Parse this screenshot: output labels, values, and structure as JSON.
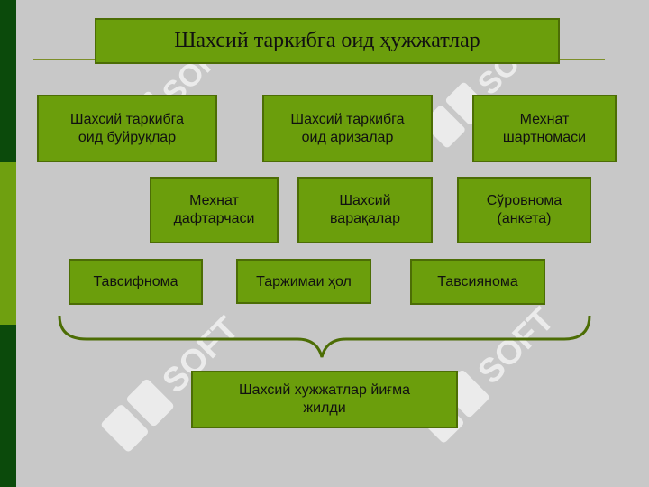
{
  "title": "Шахсий таркибга оид ҳужжатлар",
  "nodes": {
    "orders": "Шахсий таркибга\nоид буйруқлар",
    "applications": "Шахсий таркибга\nоид аризалар",
    "contract": "Мехнат\nшартномаси",
    "workbook": "Мехнат\nдафтарчаси",
    "personal_sheets": "Шахсий\nварақалар",
    "questionnaire": "Сўровнома\n(анкета)",
    "characteristic": "Тавсифнома",
    "biography": "Таржимаи ҳол",
    "recommendation": "Тавсиянома",
    "collection": "Шахсий хужжатлар йиғма\nжилди"
  },
  "watermark_text": "SOFT",
  "colors": {
    "box_fill": "#6b9e0c",
    "box_border": "#4c6d05",
    "background": "#c8c8c8",
    "stripe_dark": "#0b4a0b",
    "stripe_light": "#6fa010"
  }
}
